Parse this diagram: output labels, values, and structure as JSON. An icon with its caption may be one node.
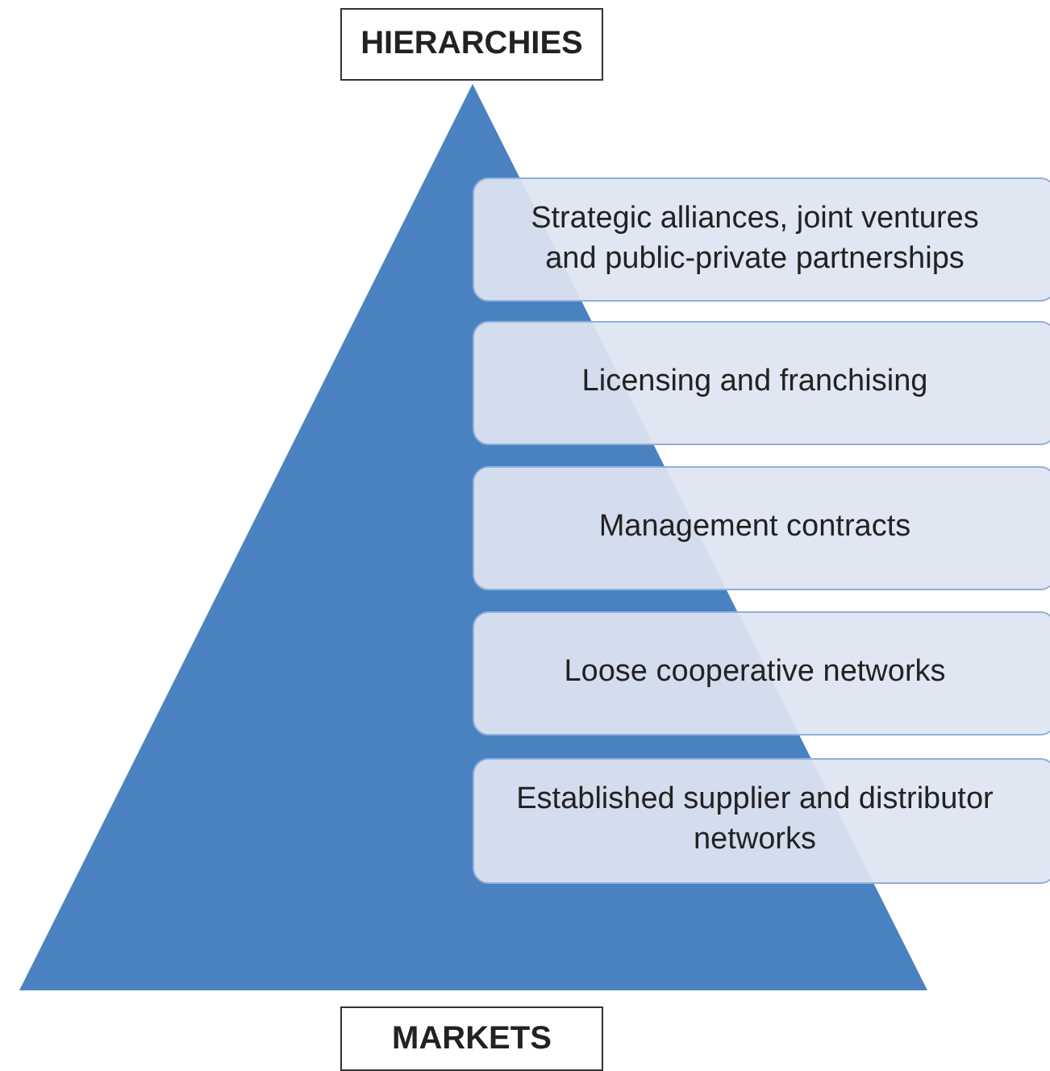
{
  "diagram": {
    "nodes": [
      {
        "text": [
          "HIERARCHIES"
        ]
      },
      {
        "text": [
          "Strategic alliances, joint ventures and public-private partnerships"
        ]
      },
      {
        "text": [
          "Licensing and franchising"
        ]
      },
      {
        "text": [
          "Management contracts"
        ]
      },
      {
        "text": [
          "Loose cooperative networks"
        ]
      },
      {
        "text": [
          "Established supplier and distributor networks"
        ]
      },
      {
        "text": [
          "MARKETS"
        ]
      }
    ]
  }
}
